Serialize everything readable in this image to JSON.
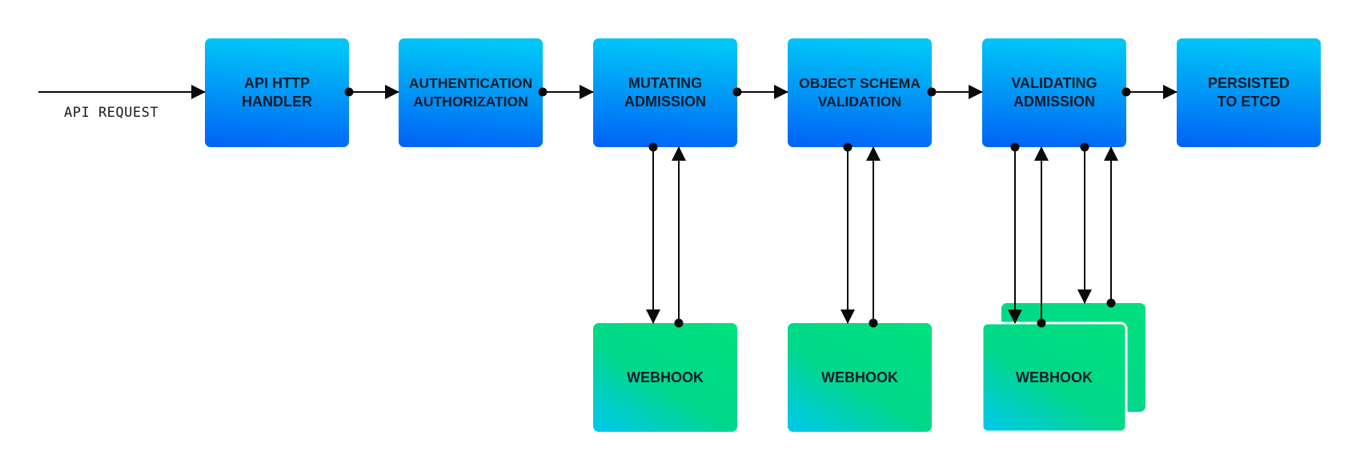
{
  "diagram": {
    "request_label": "API REQUEST",
    "stages": [
      {
        "id": "api-http-handler",
        "label": "API HTTP\nHANDLER"
      },
      {
        "id": "authentication-authorization",
        "label": "AUTHENTICATION\nAUTHORIZATION"
      },
      {
        "id": "mutating-admission",
        "label": "MUTATING\nADMISSION"
      },
      {
        "id": "object-schema-validation",
        "label": "OBJECT SCHEMA\nVALIDATION"
      },
      {
        "id": "validating-admission",
        "label": "VALIDATING\nADMISSION"
      },
      {
        "id": "persisted-to-etcd",
        "label": "PERSISTED\nTO ETCD"
      }
    ],
    "webhooks": [
      {
        "id": "mutating-webhook",
        "label": "WEBHOOK",
        "stacked": false
      },
      {
        "id": "schema-webhook",
        "label": "WEBHOOK",
        "stacked": false
      },
      {
        "id": "validating-webhook",
        "label": "WEBHOOK",
        "stacked": true
      }
    ],
    "colors": {
      "stage_top": "#00c6f7",
      "stage_bottom": "#0063f5",
      "webhook_top": "#00e07e",
      "webhook_bottom": "#00c9e6",
      "line": "#0a0a0a"
    }
  }
}
